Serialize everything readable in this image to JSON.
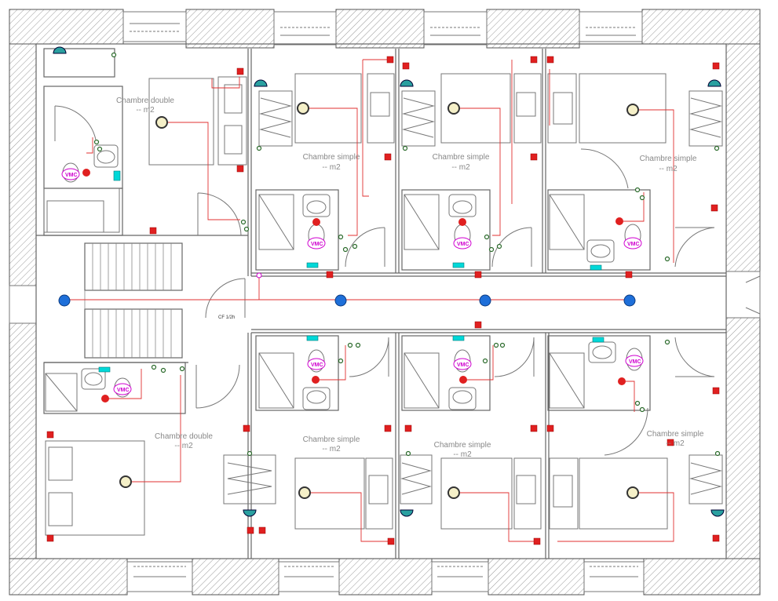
{
  "rooms": [
    {
      "name": "Chambre double",
      "area": "-- m2"
    },
    {
      "name": "Chambre simple",
      "area": "-- m2"
    },
    {
      "name": "Chambre simple",
      "area": "-- m2"
    },
    {
      "name": "Chambre simple",
      "area": "-- m2"
    },
    {
      "name": "Chambre double",
      "area": "-- m2"
    },
    {
      "name": "Chambre simple",
      "area": "-- m2"
    },
    {
      "name": "Chambre simple",
      "area": "-- m2"
    },
    {
      "name": "Chambre simple",
      "area": "-- m2"
    }
  ],
  "door_label": "CF 1/2h",
  "vmc_label": "VMC",
  "colors": {
    "wall_hatch": "#999999",
    "wiring": "#e03030",
    "socket": "#e02020",
    "corridor_light": "#1e6fd9",
    "ceiling_light": "#f5f0c8",
    "water": "#00d8d8",
    "vmc": "#d000d0"
  }
}
